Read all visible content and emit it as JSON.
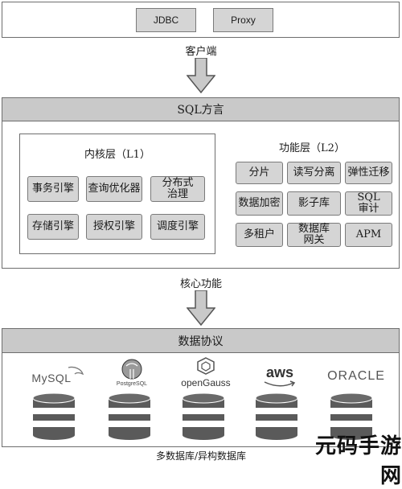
{
  "client": {
    "buttons": [
      "JDBC",
      "Proxy"
    ],
    "label": "客户端"
  },
  "sql_dialect": {
    "title": "SQL方言"
  },
  "kernel_layer": {
    "title": "内核层（L1）",
    "items": [
      "事务引擎",
      "查询优化器",
      "分布式\n治理",
      "存储引擎",
      "授权引擎",
      "调度引擎"
    ]
  },
  "function_layer": {
    "title": "功能层（L2）",
    "items": [
      "分片",
      "读写分离",
      "弹性迁移",
      "数据加密",
      "影子库",
      "SQL\n审计",
      "多租户",
      "数据库\n网关",
      "APM"
    ]
  },
  "core_function_label": "核心功能",
  "data_protocol": {
    "title": "数据协议",
    "databases": [
      {
        "name": "MySQL",
        "icon": "mysql-dolphin-icon"
      },
      {
        "name": "PostgreSQL",
        "icon": "postgresql-elephant-icon"
      },
      {
        "name": "openGauss",
        "icon": "opengauss-hexagon-icon"
      },
      {
        "name": "aws",
        "icon": "aws-smile-icon"
      },
      {
        "name": "ORACLE",
        "icon": "oracle-wordmark"
      }
    ]
  },
  "footer_caption": "多数据库/异构数据库",
  "watermark": "元码手游网",
  "colors": {
    "box_fill": "#d5d5d5",
    "bar_fill": "#c9c9c9",
    "border": "#6e6e6e",
    "cylinder_stripe": "#595959"
  }
}
